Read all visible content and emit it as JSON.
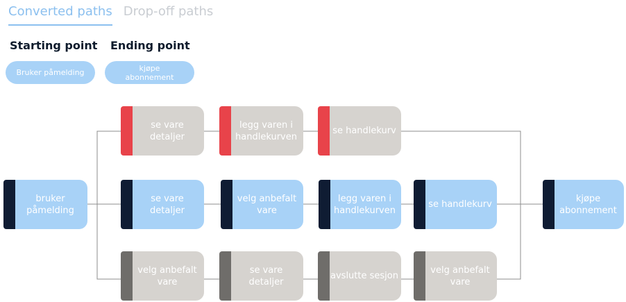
{
  "tabs": {
    "converted": "Converted paths",
    "dropoff": "Drop-off paths"
  },
  "labels": {
    "starting": "Starting point",
    "ending": "Ending point"
  },
  "pills": {
    "start": "Bruker påmelding",
    "end": "kjøpe abonnement"
  },
  "colors": {
    "accent": "#8cc0ef",
    "node_blue": "#a8d2f7",
    "node_grey": "#d6d3cf",
    "bar_red": "#e8434a",
    "bar_navy": "#0f1c33",
    "bar_grey": "#6f6d6a"
  },
  "flow": {
    "start": "bruker påmelding",
    "end": "kjøpe abonnement",
    "top": [
      "se vare detaljer",
      "legg varen i handlekurven",
      "se handlekurv"
    ],
    "mid": [
      "se vare detaljer",
      "velg anbefalt vare",
      "legg varen i handlekurven",
      "se handlekurv"
    ],
    "bot": [
      "velg anbefalt vare",
      "se vare detaljer",
      "avslutte sesjon",
      "velg anbefalt vare"
    ]
  }
}
